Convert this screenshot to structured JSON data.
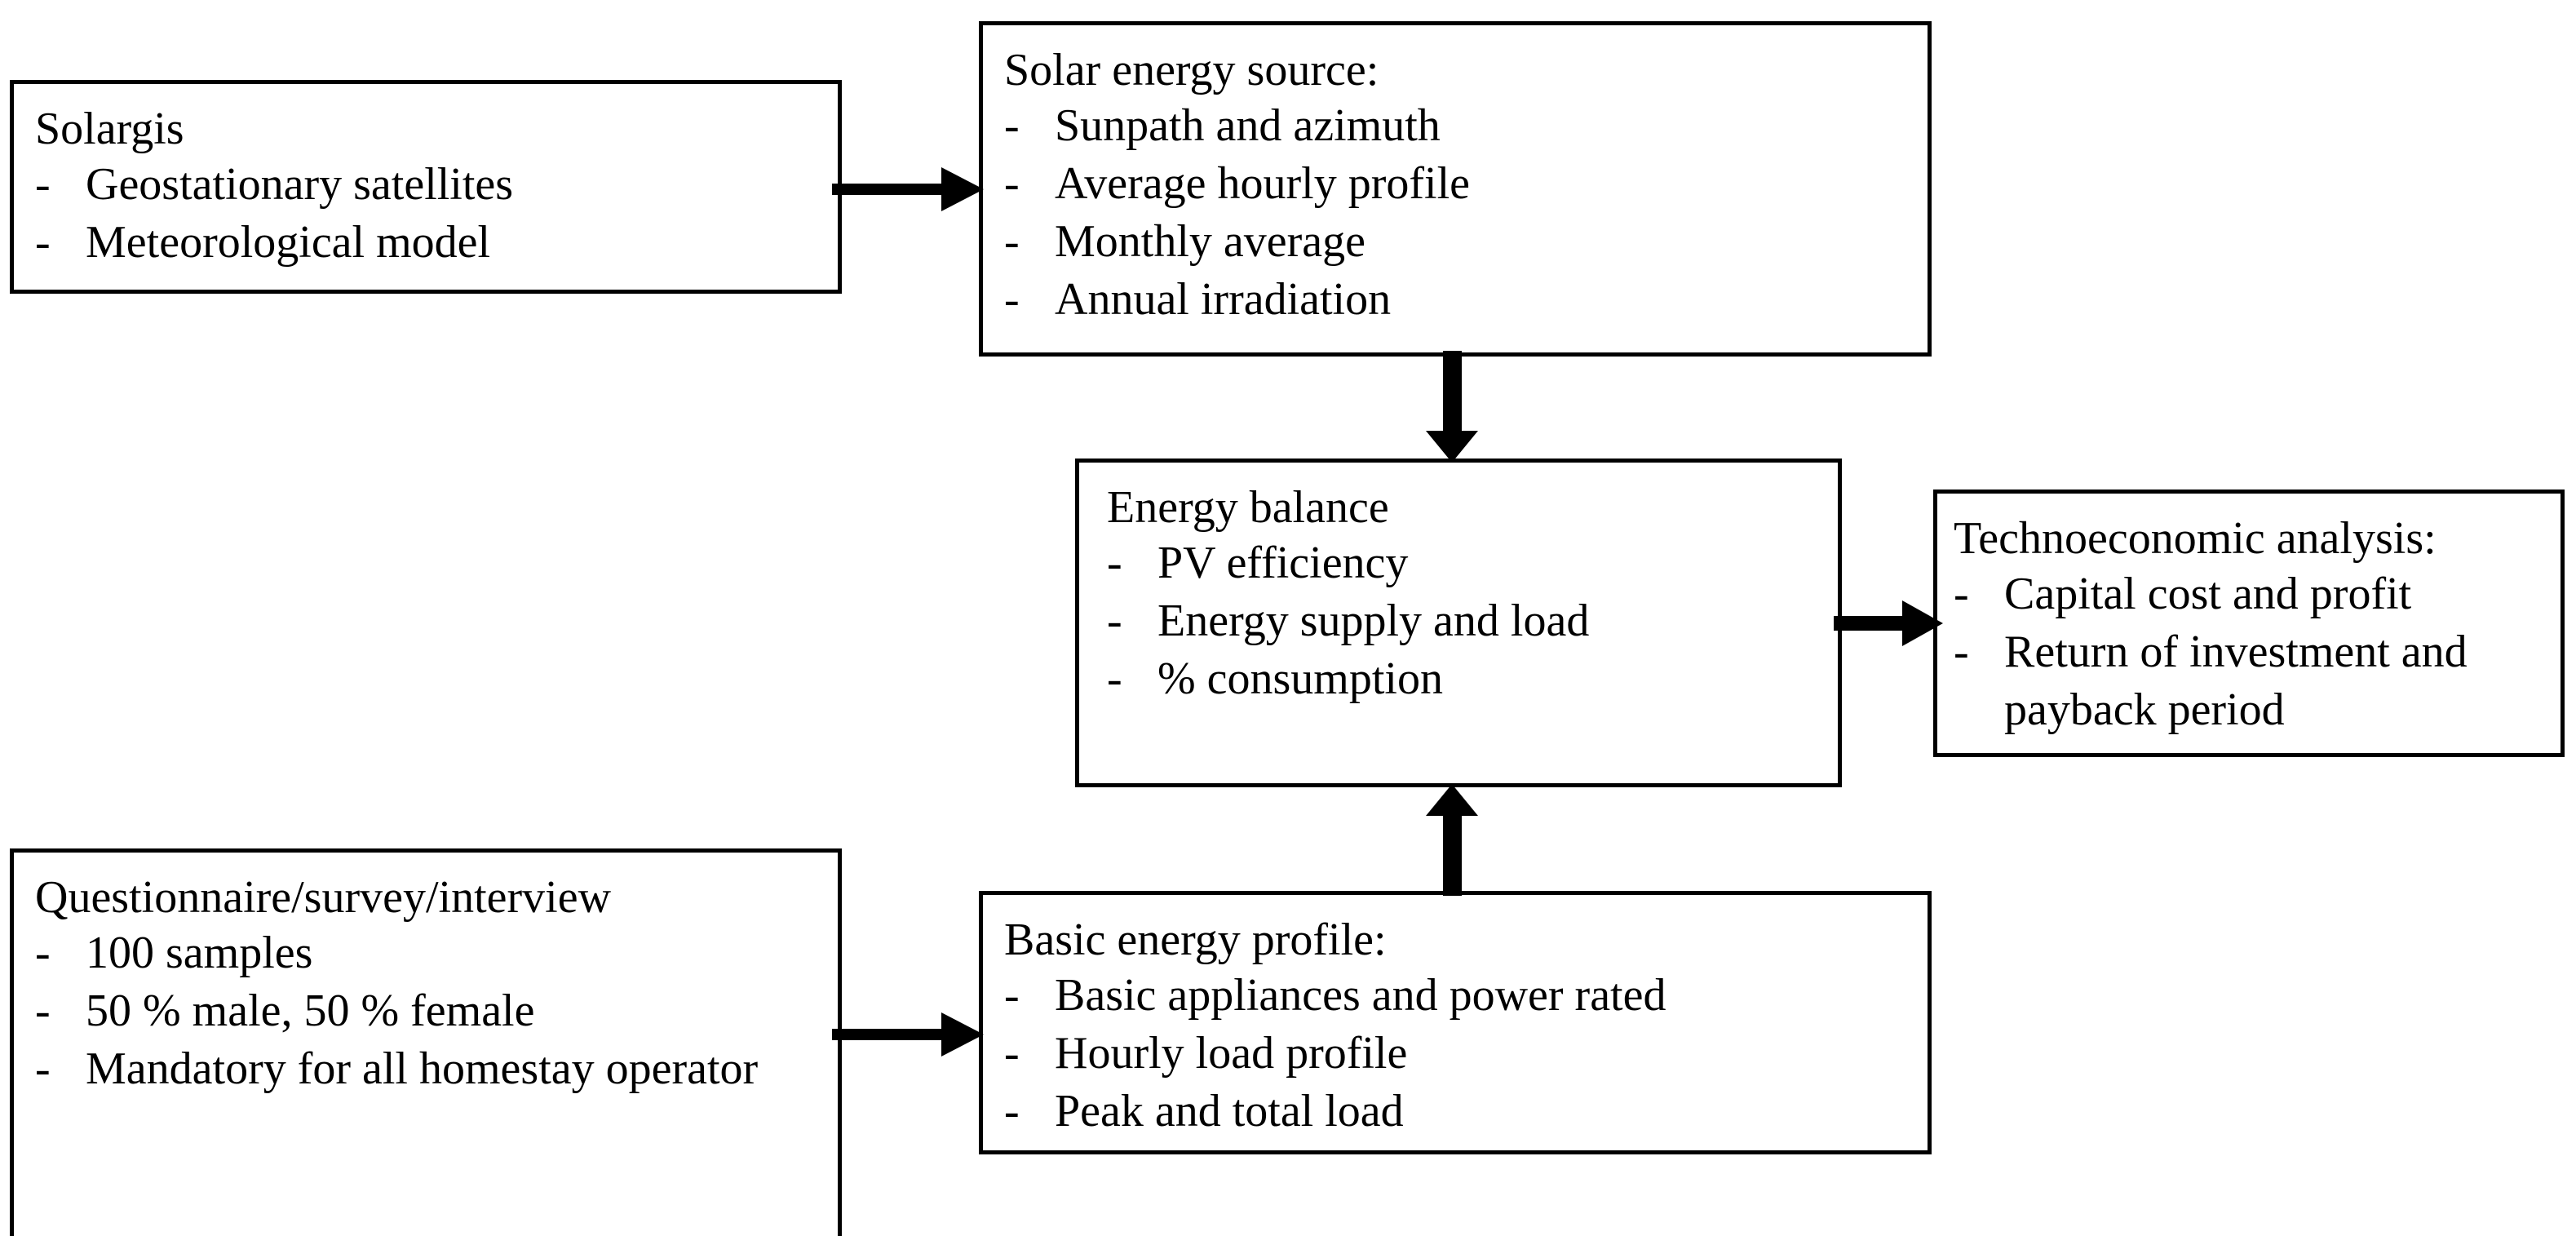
{
  "diagram": {
    "title_present": false,
    "background_color": "#ffffff",
    "line_color": "#000000",
    "nodes": [
      {
        "id": "solargis",
        "name": "solargis-box",
        "title": "Solargis",
        "bullets": [
          "Geostationary satellites",
          "Meteorological model"
        ]
      },
      {
        "id": "solar-energy-source",
        "name": "solar-energy-source-box",
        "title": "Solar energy source:",
        "bullets": [
          "Sunpath and azimuth",
          "Average hourly profile",
          "Monthly average",
          "Annual irradiation"
        ]
      },
      {
        "id": "energy-balance",
        "name": "energy-balance-box",
        "title": "Energy balance",
        "bullets": [
          "PV efficiency",
          "Energy supply and load",
          "% consumption"
        ]
      },
      {
        "id": "technoeconomic-analysis",
        "name": "technoeconomic-analysis-box",
        "title": "Technoeconomic analysis:",
        "bullets": [
          "Capital cost and profit",
          "Return of investment and payback period"
        ]
      },
      {
        "id": "questionnaire",
        "name": "questionnaire-box",
        "title": "Questionnaire/survey/interview",
        "bullets": [
          "100 samples",
          "50 % male, 50 % female",
          "Mandatory for all homestay operator"
        ]
      },
      {
        "id": "basic-energy-profile",
        "name": "basic-energy-profile-box",
        "title": "Basic energy profile:",
        "bullets": [
          "Basic appliances and power rated",
          "Hourly load profile",
          "Peak and total load"
        ]
      }
    ],
    "bullet_marker": "-",
    "edges": [
      {
        "id": "solargis-to-solar",
        "from": "solargis",
        "to": "solar-energy-source",
        "direction": "right"
      },
      {
        "id": "solar-to-energy-balance",
        "from": "solar-energy-source",
        "to": "energy-balance",
        "direction": "down"
      },
      {
        "id": "energy-balance-to-technoeconomic",
        "from": "energy-balance",
        "to": "technoeconomic-analysis",
        "direction": "right"
      },
      {
        "id": "basic-profile-to-energy-balance",
        "from": "basic-energy-profile",
        "to": "energy-balance",
        "direction": "up"
      },
      {
        "id": "questionnaire-to-basic-profile",
        "from": "questionnaire",
        "to": "basic-energy-profile",
        "direction": "right"
      }
    ]
  }
}
